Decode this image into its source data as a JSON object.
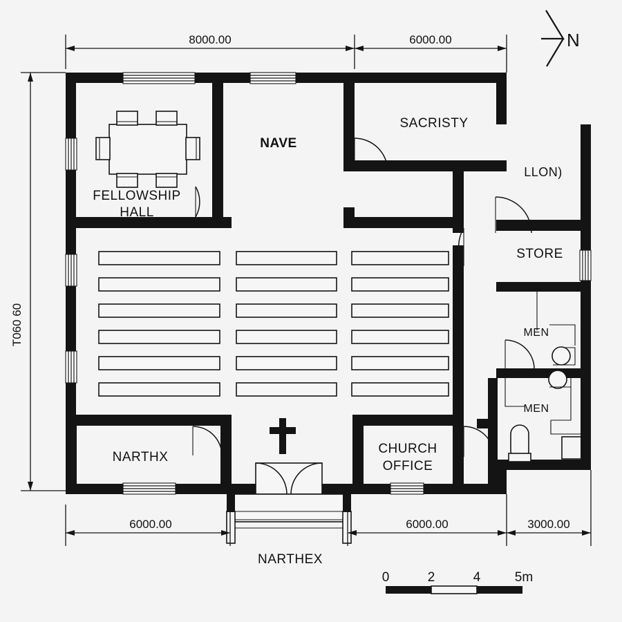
{
  "drawing": {
    "type": "architectural-floor-plan",
    "subject": "church-building",
    "background_color": "#f4f4f4",
    "line_color": "#141414"
  },
  "rooms": [
    {
      "id": "fellowship-hall",
      "label_line1": "FELLOWSHIP",
      "label_line2": "HALL"
    },
    {
      "id": "nave",
      "label": "NAVE"
    },
    {
      "id": "sacristy",
      "label": "SACRISTY"
    },
    {
      "id": "women",
      "label": "LLON)"
    },
    {
      "id": "store",
      "label": "STORE"
    },
    {
      "id": "men-upper",
      "label": "MEN"
    },
    {
      "id": "men-lower",
      "label": "MEN"
    },
    {
      "id": "narthx",
      "label": "NARTHX"
    },
    {
      "id": "church-office",
      "label_line1": "CHURCH",
      "label_line2": "OFFICE"
    }
  ],
  "dimensions": {
    "top": [
      {
        "id": "top-left",
        "value": "8000.00"
      },
      {
        "id": "top-right",
        "value": "6000.00"
      }
    ],
    "bottom": [
      {
        "id": "bottom-left",
        "value": "6000.00"
      },
      {
        "id": "bottom-mid",
        "value": "6000.00"
      },
      {
        "id": "bottom-right",
        "value": "3000.00"
      }
    ],
    "left": [
      {
        "id": "left-overall",
        "value": "T060 60"
      }
    ]
  },
  "entrance": {
    "label": "NARTHEX"
  },
  "north_arrow": {
    "label": "N"
  },
  "scale_bar": {
    "ticks": [
      "0",
      "2",
      "4",
      "5m"
    ]
  },
  "furniture": {
    "conference_table": {
      "chairs": 6
    },
    "pews": {
      "columns": 3,
      "rows": 6,
      "total": 18
    },
    "cross": {
      "name": "cross-symbol"
    },
    "fixtures": [
      "sink",
      "sink",
      "toilet",
      "urinal",
      "counter"
    ]
  }
}
